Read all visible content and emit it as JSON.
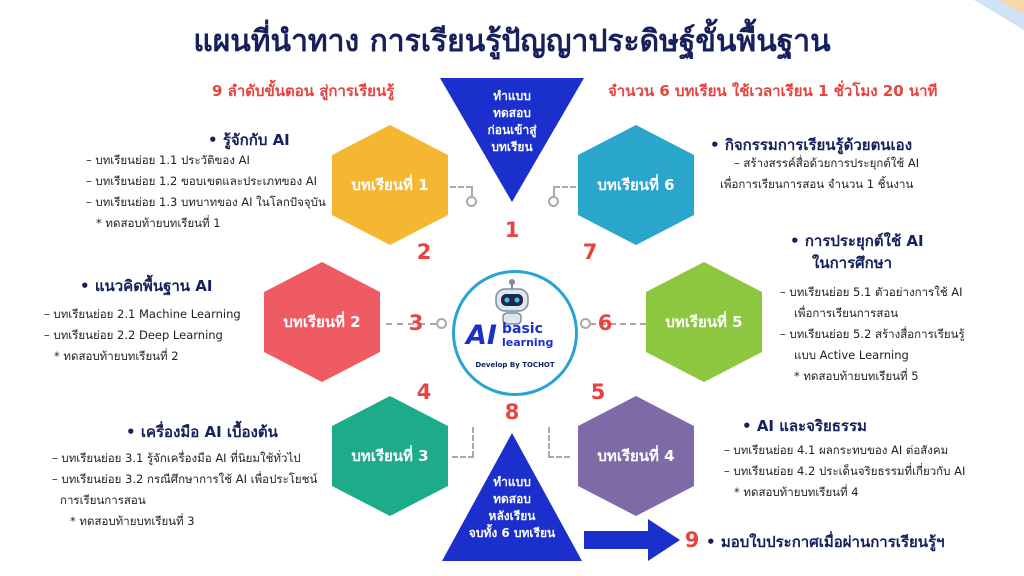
{
  "title": "แผนที่นำทาง การเรียนรู้ปัญญาประดิษฐ์ขั้นพื้นฐาน",
  "subtitle_left": "9 ลำดับขั้นตอน สู่การเรียนรู้",
  "subtitle_right": "จำนวน 6 บทเรียน ใช้เวลาเรียน 1 ชั่วโมง 20 นาที",
  "pretest": [
    "ทำแบบ",
    "ทดสอบ",
    "ก่อนเข้าสู่",
    "บทเรียน"
  ],
  "posttest": [
    "ทำแบบ",
    "ทดสอบ",
    "หลังเรียน",
    "จบทั้ง 6 บทเรียน"
  ],
  "logo": {
    "ai": "AI",
    "basic": "basic",
    "learning": "learning",
    "by": "Develop By TOCHOT"
  },
  "steps": {
    "s1": "1",
    "s2": "2",
    "s3": "3",
    "s4": "4",
    "s5": "5",
    "s6": "6",
    "s7": "7",
    "s8": "8",
    "s9": "9"
  },
  "final": "มอบใบประกาศเมื่อผ่านการเรียนรู้ฯ",
  "lessons": {
    "l1": {
      "label": "บทเรียนที่ 1",
      "color": "#f5b731",
      "head": "รู้จักกับ AI",
      "items": [
        "– บทเรียนย่อย 1.1 ประวัติของ AI",
        "– บทเรียนย่อย 1.2 ขอบเขตและประเภทของ AI",
        "– บทเรียนย่อย 1.3 บทบาทของ AI ในโลกปัจจุบัน",
        "* ทดสอบท้ายบทเรียนที่ 1"
      ]
    },
    "l2": {
      "label": "บทเรียนที่ 2",
      "color": "#ee5b63",
      "head": "แนวคิดพื้นฐาน AI",
      "items": [
        "– บทเรียนย่อย 2.1 Machine Learning",
        "– บทเรียนย่อย 2.2 Deep Learning",
        "* ทดสอบท้ายบทเรียนที่ 2"
      ]
    },
    "l3": {
      "label": "บทเรียนที่ 3",
      "color": "#1eab8c",
      "head": "เครื่องมือ AI เบื้องต้น",
      "items": [
        "– บทเรียนย่อย 3.1 รู้จักเครื่องมือ AI ที่นิยมใช้ทั่วไป",
        "– บทเรียนย่อย 3.2 กรณีศึกษาการใช้ AI เพื่อประโยชน์",
        "การเรียนการสอน",
        "* ทดสอบท้ายบทเรียนที่ 3"
      ]
    },
    "l4": {
      "label": "บทเรียนที่ 4",
      "color": "#7e6aa6",
      "head": "AI และจริยธรรม",
      "items": [
        "– บทเรียนย่อย 4.1 ผลกระทบของ AI ต่อสังคม",
        "– บทเรียนย่อย 4.2 ประเด็นจริยธรรมที่เกี่ยวกับ AI",
        "* ทดสอบท้ายบทเรียนที่ 4"
      ]
    },
    "l5": {
      "label": "บทเรียนที่ 5",
      "color": "#8dc63f",
      "head": "การประยุกต์ใช้ AI",
      "head2": "ในการศึกษา",
      "items": [
        "– บทเรียนย่อย 5.1 ตัวอย่างการใช้ AI",
        "เพื่อการเรียนการสอน",
        "– บทเรียนย่อย 5.2 สร้างสื่อการเรียนรู้",
        "แบบ Active Learning",
        "* ทดสอบท้ายบทเรียนที่ 5"
      ]
    },
    "l6": {
      "label": "บทเรียนที่ 6",
      "color": "#2aa6cc",
      "head": "กิจกรรมการเรียนรู้ด้วยตนเอง",
      "items": [
        "– สร้างสรรค์สื่อด้วยการประยุกต์ใช้ AI",
        "เพื่อการเรียนการสอน จำนวน 1 ชิ้นงาน"
      ]
    }
  },
  "colors": {
    "navy": "#15205c",
    "triangle": "#1b2fcc",
    "red": "#e8433f"
  }
}
